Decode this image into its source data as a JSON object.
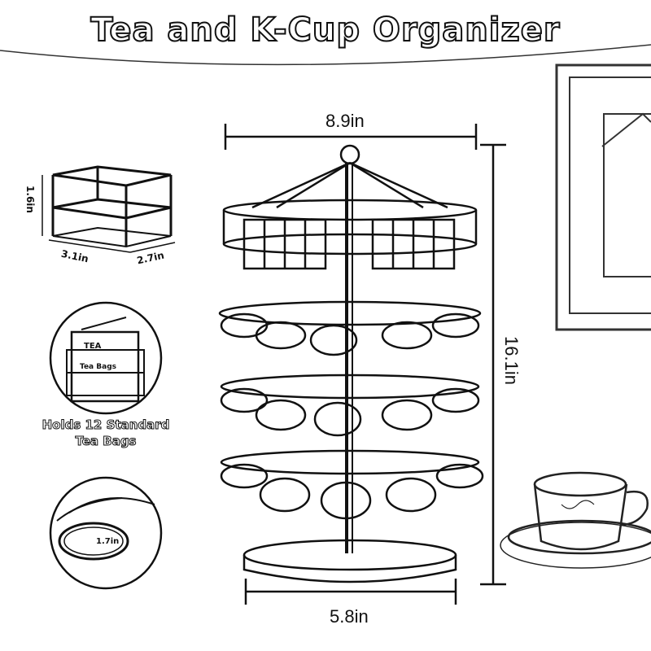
{
  "title": "Tea and K-Cup Organizer",
  "dimensions": {
    "top_width": "8.9in",
    "height": "16.1in",
    "base_width": "5.8in",
    "basket_height": "1.6in",
    "basket_length": "3.1in",
    "basket_width": "2.7in",
    "ring_diameter": "1.7in"
  },
  "tea_caption": {
    "line1": "Holds 12 Standard",
    "line2": "Tea Bags"
  },
  "tea_box_text": {
    "label1": "TEA",
    "label2": "Tea Bags"
  },
  "colors": {
    "ink": "#111111",
    "background": "#ffffff"
  }
}
